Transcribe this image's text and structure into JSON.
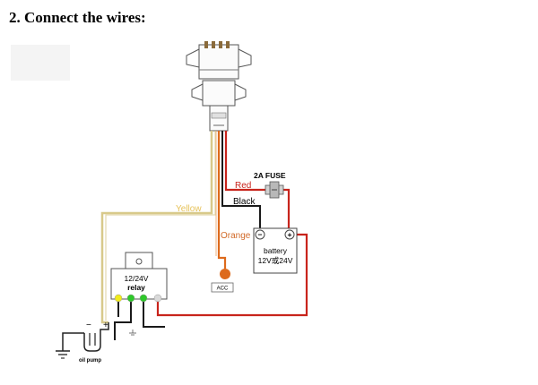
{
  "heading": "2.  Connect the wires:",
  "labels": {
    "fuse": "2A  FUSE",
    "red": "Red",
    "black": "Black",
    "yellow": "Yellow",
    "orange": "Orange",
    "battery_line1": "battery",
    "battery_line2": "12V或24V",
    "battery_minus": "−",
    "battery_plus": "+",
    "acc": "ACC",
    "relay_line1": "12/24V",
    "relay_line2": "relay",
    "oil_minus": "−",
    "oil_plus": "+",
    "oil_pump": "oil pump"
  },
  "colors": {
    "red_wire": "#c8241c",
    "black_wire": "#1a1a1a",
    "yellow_wire": "#d8c98a",
    "orange_wire": "#dd6a1c",
    "yellow_label": "#e6c25a",
    "orange_label": "#d26a28",
    "red_label": "#c8241c",
    "relay_pin_yellow": "#f2ec1a",
    "relay_pin_green": "#2ec82a",
    "relay_pin_grey": "#d9d9d9"
  }
}
